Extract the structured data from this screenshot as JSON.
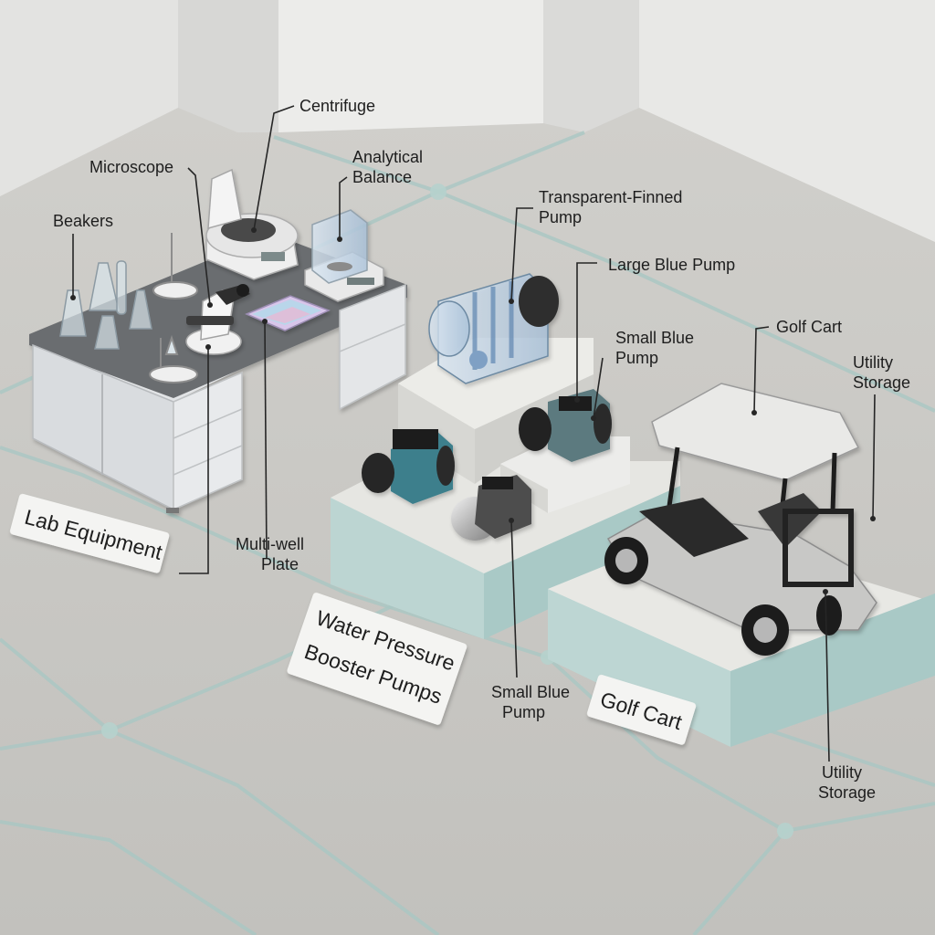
{
  "zones": {
    "lab": "Lab Equipment",
    "pumps_line1": "Water Pressure",
    "pumps_line2": "Booster Pumps",
    "golf": "Golf Cart"
  },
  "labels": {
    "centrifuge": "Centrifuge",
    "microscope": "Microscope",
    "analytical_balance_line1": "Analytical",
    "analytical_balance_line2": "Balance",
    "beakers": "Beakers",
    "multiwell_line1": "Multi-well",
    "multiwell_line2": "Plate",
    "transparent_pump_line1": "Transparent-Finned",
    "transparent_pump_line2": "Pump",
    "large_blue_pump": "Large Blue Pump",
    "small_blue_pump_top_line1": "Small Blue",
    "small_blue_pump_top_line2": "Pump",
    "small_blue_pump_bottom_line1": "Small Blue",
    "small_blue_pump_bottom_line2": "Pump",
    "golf_cart": "Golf Cart",
    "utility_storage_top_line1": "Utility",
    "utility_storage_top_line2": "Storage",
    "utility_storage_bottom_line1": "Utility",
    "utility_storage_bottom_line2": "Storage"
  },
  "colors": {
    "floor": "#c9c8c4",
    "wall": "#e4e4e2",
    "accent_teal": "#a9c7c3",
    "platform_side": "#bcd6d3",
    "platform_top": "#e6e6e2",
    "pump_blue": "#3d7f8c",
    "label_text": "#1e1e1e"
  }
}
